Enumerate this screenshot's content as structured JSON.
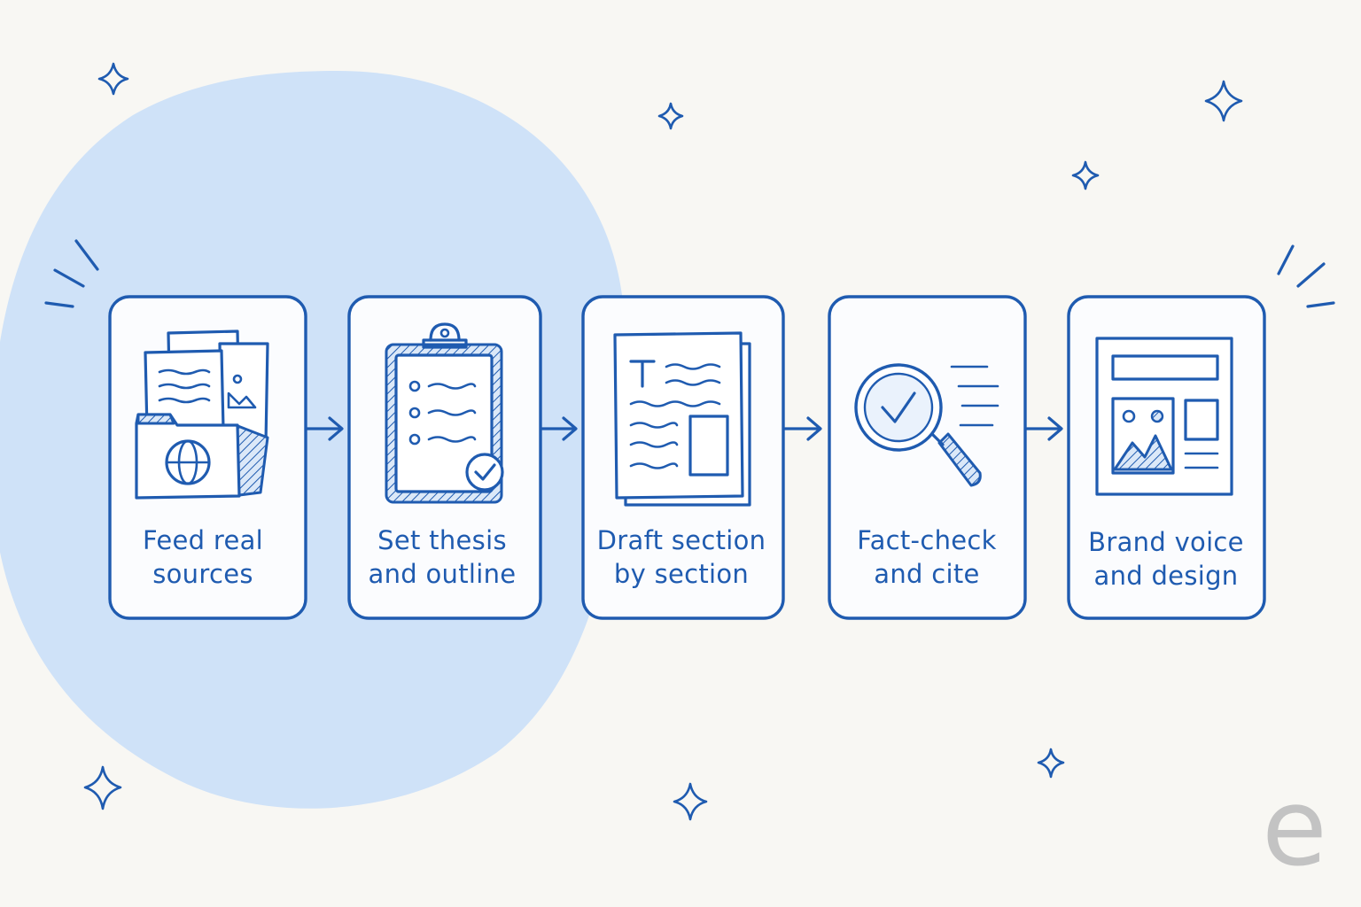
{
  "steps": [
    {
      "line1": "Feed real",
      "line2": "sources"
    },
    {
      "line1": "Set thesis",
      "line2": "and outline"
    },
    {
      "line1": "Draft section",
      "line2": "by section"
    },
    {
      "line1": "Fact-check",
      "line2": "and cite"
    },
    {
      "line1": "Brand voice",
      "line2": "and design"
    }
  ],
  "watermark": "e",
  "icons": {
    "step1": "documents-folder-globe-icon",
    "step2": "clipboard-checklist-icon",
    "step3": "document-text-icon",
    "step4": "magnifier-check-icon",
    "step5": "webpage-layout-icon"
  },
  "colors": {
    "ink": "#1f5bb0",
    "blob": "#cfe2f8",
    "background": "#f8f7f3"
  }
}
